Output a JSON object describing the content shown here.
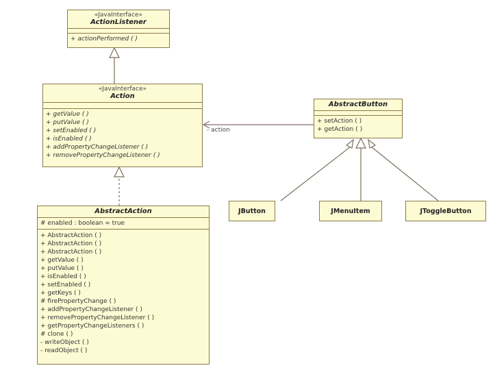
{
  "action_listener": {
    "stereotype": "«JavaInterface»",
    "name": "ActionListener",
    "operations": [
      "+ actionPerformed ( )"
    ]
  },
  "action": {
    "stereotype": "«JavaInterface»",
    "name": "Action",
    "operations": [
      "+ getValue ( )",
      "+ putValue ( )",
      "+ setEnabled ( )",
      "+ isEnabled ( )",
      "+ addPropertyChangeListener ( )",
      "+ removePropertyChangeListener ( )"
    ]
  },
  "abstract_button": {
    "name": "AbstractButton",
    "operations": [
      "+ setAction ( )",
      "+ getAction ( )"
    ]
  },
  "association_label": "- action",
  "abstract_action": {
    "name": "AbstractAction",
    "attributes": [
      "# enabled : boolean = true"
    ],
    "operations": [
      "+ AbstractAction ( )",
      "+ AbstractAction ( )",
      "+ AbstractAction ( )",
      "+ getValue ( )",
      "+ putValue ( )",
      "+ isEnabled ( )",
      "+ setEnabled ( )",
      "+ getKeys ( )",
      "# firePropertyChange ( )",
      "+ addPropertyChangeListener ( )",
      "+ removePropertyChangeListener ( )",
      "+ getPropertyChangeListeners ( )",
      "# clone ( )",
      "- writeObject ( )",
      "- readObject ( )"
    ]
  },
  "jbutton": {
    "name": "JButton"
  },
  "jmenuitem": {
    "name": "JMenuItem"
  },
  "jtogglebutton": {
    "name": "JToggleButton"
  }
}
